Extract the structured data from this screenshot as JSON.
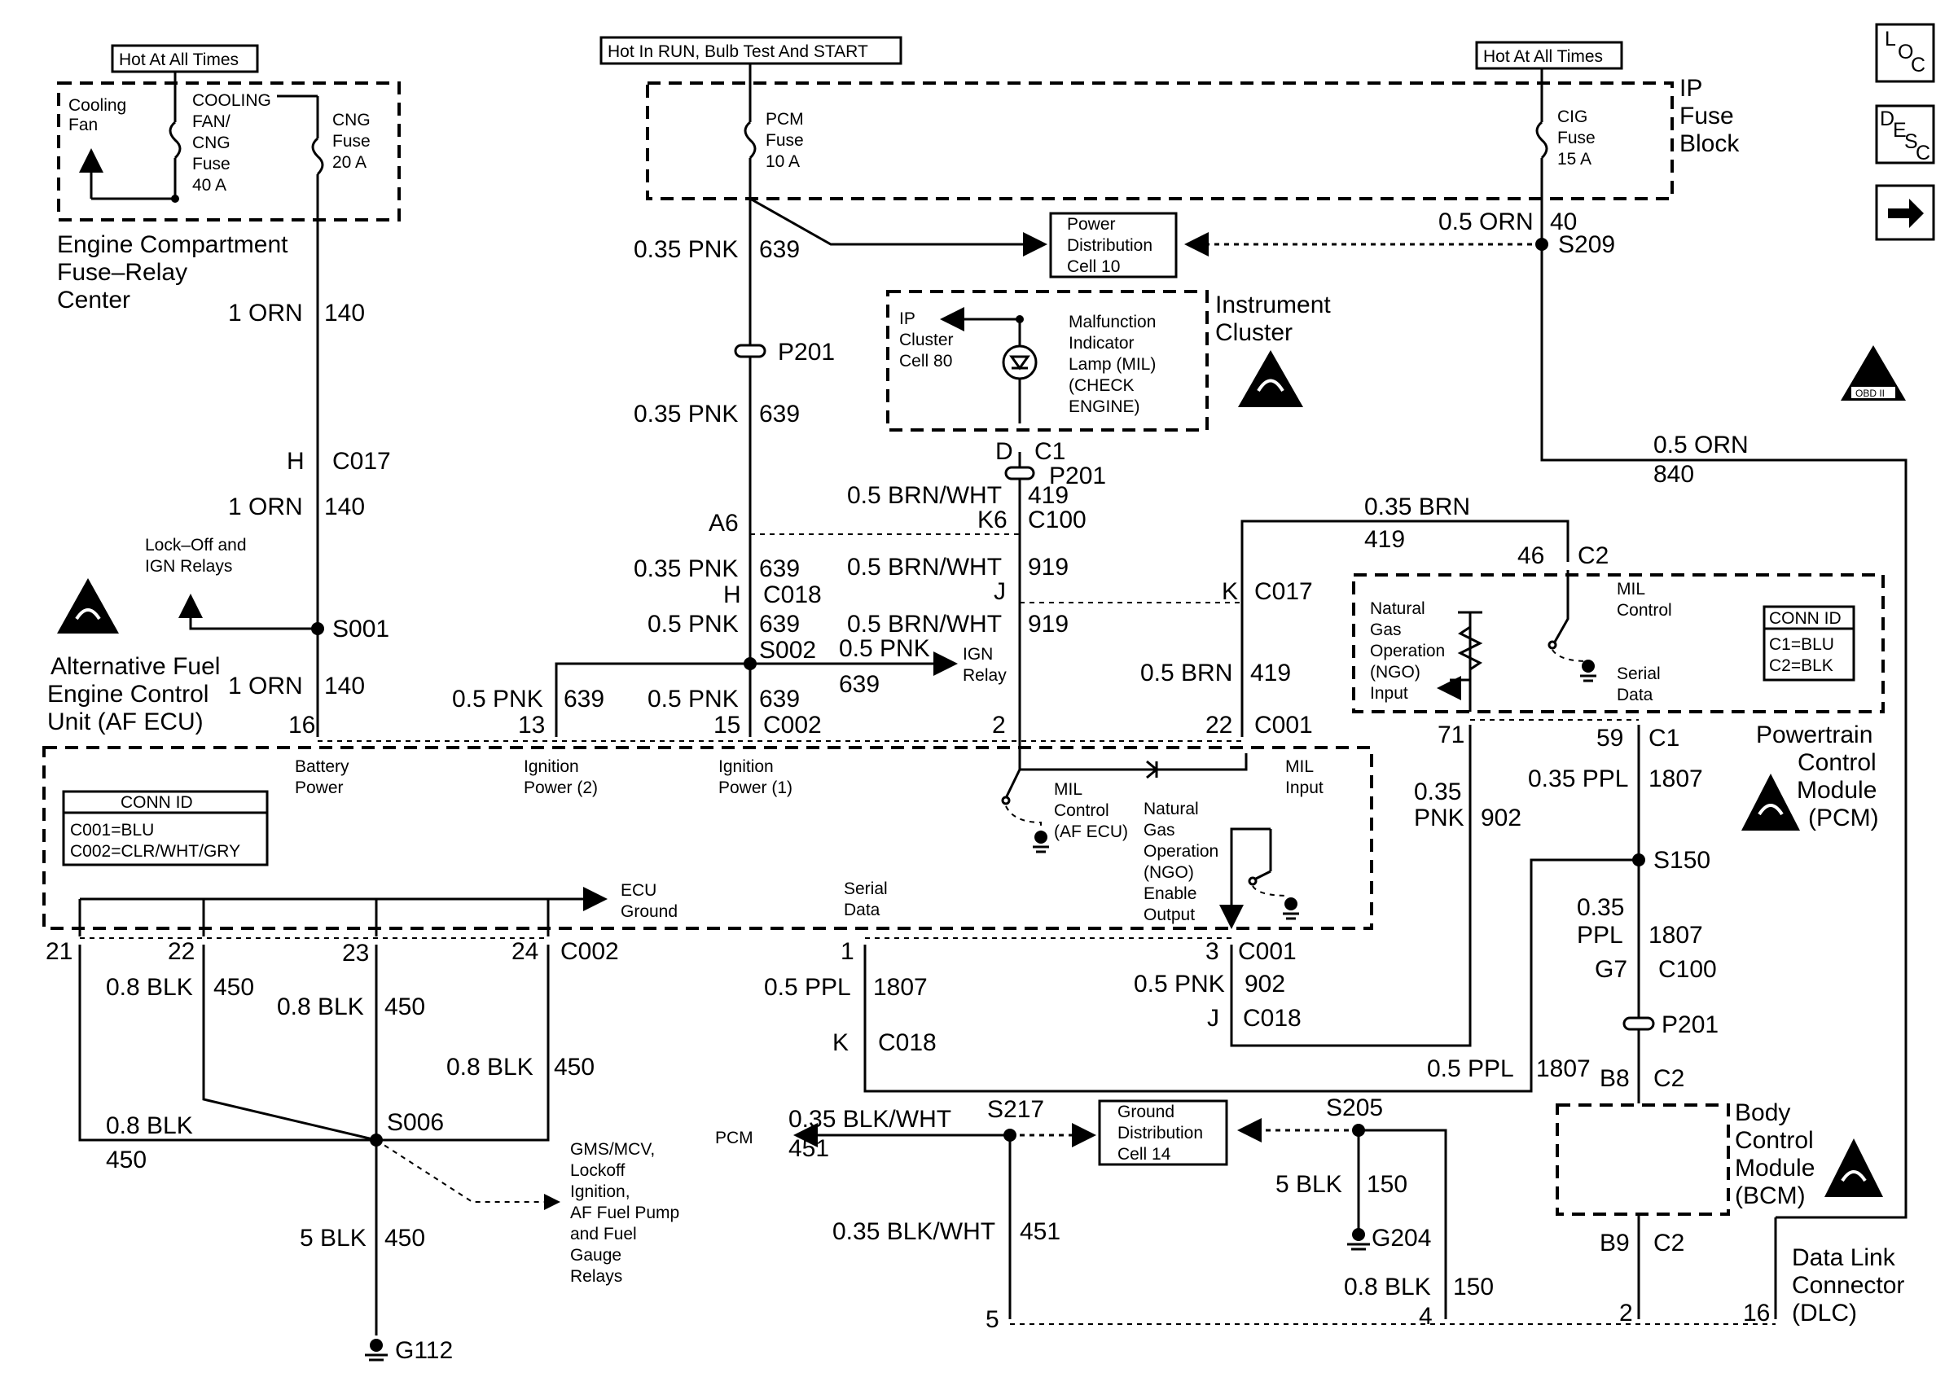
{
  "power": {
    "hot_at_all_times_left": "Hot At All Times",
    "hot_in_run": "Hot In RUN, Bulb Test And START",
    "hot_at_all_times_right": "Hot At All Times"
  },
  "engine_fuse_relay_center": {
    "cooling_fan": [
      "Cooling",
      "Fan"
    ],
    "cooling_fuse": [
      "COOLING",
      "FAN/",
      "CNG",
      "Fuse",
      "40 A"
    ],
    "cng_fuse": [
      "CNG",
      "Fuse",
      "20 A"
    ],
    "title": [
      "Engine Compartment",
      "Fuse–Relay",
      "Center"
    ]
  },
  "ip_fuse_block": {
    "pcm_fuse": [
      "PCM",
      "Fuse",
      "10 A"
    ],
    "cig_fuse": [
      "CIG",
      "Fuse",
      "15 A"
    ],
    "title": [
      "IP",
      "Fuse",
      "Block"
    ]
  },
  "power_distribution": [
    "Power",
    "Distribution",
    "Cell 10"
  ],
  "ground_distribution": [
    "Ground",
    "Distribution",
    "Cell 14"
  ],
  "instrument_cluster": {
    "title": [
      "Instrument",
      "Cluster"
    ],
    "ip_cluster": [
      "IP",
      "Cluster",
      "Cell 80"
    ],
    "mil": [
      "Malfunction",
      "Indicator",
      "Lamp (MIL)",
      "(CHECK",
      "ENGINE)"
    ]
  },
  "wire_labels": {
    "orn_140": [
      "1 ORN",
      "140"
    ],
    "pnk_639_035": [
      "0.35 PNK",
      "639"
    ],
    "pnk_639_05": [
      "0.5 PNK",
      "639"
    ],
    "orn_40": [
      "0.5 ORN",
      "40"
    ],
    "orn_840": [
      "0.5 ORN",
      "840"
    ],
    "brn_wht_419": [
      "0.5 BRN/WHT",
      "419"
    ],
    "brn_wht_919": [
      "0.5 BRN/WHT",
      "919"
    ],
    "brn_419_035": [
      "0.35 BRN",
      "419"
    ],
    "brn_419_05": [
      "0.5 BRN",
      "419"
    ],
    "pnk_902_035": [
      "0.35",
      "PNK",
      "902"
    ],
    "pnk_902_05": [
      "0.5 PNK",
      "902"
    ],
    "ppl_1807_035": [
      "0.35 PPL",
      "1807"
    ],
    "ppl_1807_035b": [
      "0.35",
      "PPL",
      "1807"
    ],
    "ppl_1807_05": [
      "0.5 PPL",
      "1807"
    ],
    "blk_450_08": [
      "0.8 BLK",
      "450"
    ],
    "blk_450_5": [
      "5 BLK",
      "450"
    ],
    "blk_wht_451": [
      "0.35 BLK/WHT",
      "451"
    ],
    "blk_150_5": [
      "5 BLK",
      "150"
    ],
    "blk_150_08": [
      "0.8 BLK",
      "150"
    ]
  },
  "connectors": {
    "C017": "C017",
    "C018": "C018",
    "C100": "C100",
    "C1": "C1",
    "C2": "C2",
    "C001": "C001",
    "C002": "C002",
    "P201": "P201",
    "H": "H",
    "A6": "A6",
    "K6": "K6",
    "J": "J",
    "K": "K",
    "D": "D",
    "B8": "B8",
    "B9": "B9",
    "G7": "G7",
    "n46": "46",
    "n71": "71",
    "n59": "59",
    "n16": "16",
    "n13": "13",
    "n15": "15",
    "n2": "2",
    "n22": "22",
    "n21": "21",
    "n23": "23",
    "n24": "24",
    "n1": "1",
    "n3": "3",
    "n5": "5",
    "n4": "4",
    "n16b": "16",
    "n2b": "2"
  },
  "splices": {
    "S001": "S001",
    "S002": "S002",
    "S006": "S006",
    "S150": "S150",
    "S205": "S205",
    "S209": "S209",
    "S217": "S217"
  },
  "grounds": {
    "G112": "G112",
    "G204": "G204"
  },
  "refs": {
    "lock_off": [
      "Lock–Off and",
      "IGN Relays"
    ],
    "ign_relay": [
      "IGN",
      "Relay"
    ],
    "pcm": "PCM",
    "gms": [
      "GMS/MCV,",
      "Lockoff",
      "Ignition,",
      "AF Fuel Pump",
      "and Fuel",
      "Gauge",
      "Relays"
    ]
  },
  "af_ecu": {
    "title": [
      "Alternative Fuel",
      "Engine Control",
      "Unit (AF ECU)"
    ],
    "battery_power": [
      "Battery",
      "Power"
    ],
    "ign_power2": [
      "Ignition",
      "Power (2)"
    ],
    "ign_power1": [
      "Ignition",
      "Power (1)"
    ],
    "conn_id_title": "CONN ID",
    "conn_id": [
      "C001=BLU",
      "C002=CLR/WHT/GRY"
    ],
    "ecu_ground": [
      "ECU",
      "Ground"
    ],
    "serial_data": [
      "Serial",
      "Data"
    ],
    "mil_control": [
      "MIL",
      "Control",
      "(AF ECU)"
    ],
    "ngo": [
      "Natural",
      "Gas",
      "Operation",
      "(NGO)",
      "Enable",
      "Output"
    ],
    "mil_input": [
      "MIL",
      "Input"
    ]
  },
  "pcm": {
    "title": [
      "Powertrain",
      "Control",
      "Module",
      "(PCM)"
    ],
    "ngo_input": [
      "Natural",
      "Gas",
      "Operation",
      "(NGO)",
      "Input"
    ],
    "mil_control": [
      "MIL",
      "Control"
    ],
    "serial_data": [
      "Serial",
      "Data"
    ],
    "conn_id_title": "CONN ID",
    "conn_id": [
      "C1=BLU",
      "C2=BLK"
    ]
  },
  "bcm": {
    "title": [
      "Body",
      "Control",
      "Module",
      "(BCM)"
    ]
  },
  "dlc": {
    "title": [
      "Data Link",
      "Connector",
      "(DLC)"
    ]
  },
  "side_icons": {
    "loc": [
      "L",
      "O",
      "C"
    ],
    "desc": [
      "D",
      "E",
      "S",
      "C"
    ],
    "obd": "OBD II"
  }
}
